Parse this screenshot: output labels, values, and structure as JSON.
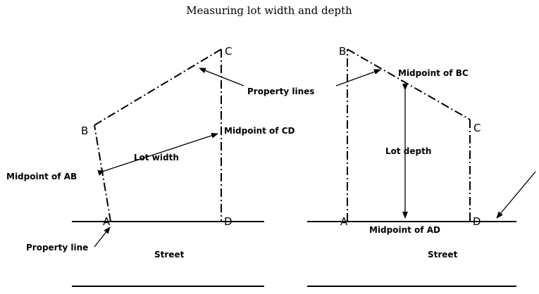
{
  "title": "Measuring lot width and depth",
  "left": {
    "vertices": {
      "a": "A",
      "b": "B",
      "c": "C",
      "d": "D"
    },
    "labels": {
      "midpoint_ab": "Midpoint of AB",
      "midpoint_cd": "Midpoint of CD",
      "lot_width": "Lot width",
      "property_line": "Property line",
      "street": "Street"
    }
  },
  "center_label": "Property lines",
  "right": {
    "vertices": {
      "a": "A",
      "b": "B",
      "c": "C",
      "d": "D"
    },
    "labels": {
      "midpoint_bc": "Midpoint of BC",
      "lot_depth": "Lot depth",
      "midpoint_ad": "Midpoint of AD",
      "street": "Street"
    }
  }
}
